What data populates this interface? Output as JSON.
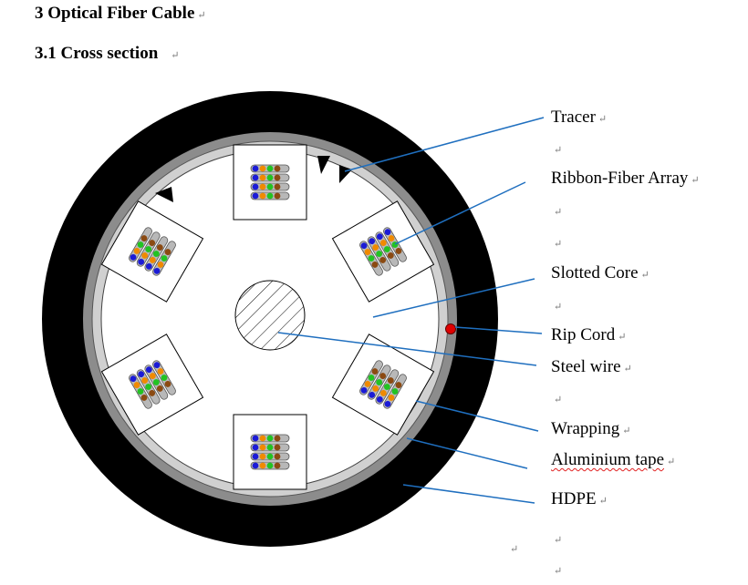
{
  "document": {
    "heading_1": "3 Optical Fiber Cable",
    "heading_2": "3.1 Cross section",
    "paragraph_mark": "↵"
  },
  "diagram": {
    "labels": {
      "tracer": "Tracer",
      "ribbon_fiber_array": "Ribbon-Fiber Array",
      "slotted_core": "Slotted Core",
      "rip_cord": "Rip Cord",
      "steel_wire": "Steel wire",
      "wrapping": "Wrapping",
      "aluminium_tape": "Aluminium tape",
      "hdpe": "HDPE"
    },
    "colors": {
      "hdpe_jacket": "#000000",
      "aluminium_tape": "#8c8c8c",
      "wrapping": "#d0d0d0",
      "leader_lines": "#1f6fbf",
      "rip_cord": "#e00000",
      "fiber_blue": "#1b1bd6",
      "fiber_orange": "#f08a00",
      "fiber_green": "#22c322",
      "fiber_brown": "#8b4a12",
      "tube_gray": "#b8b8b8"
    }
  }
}
